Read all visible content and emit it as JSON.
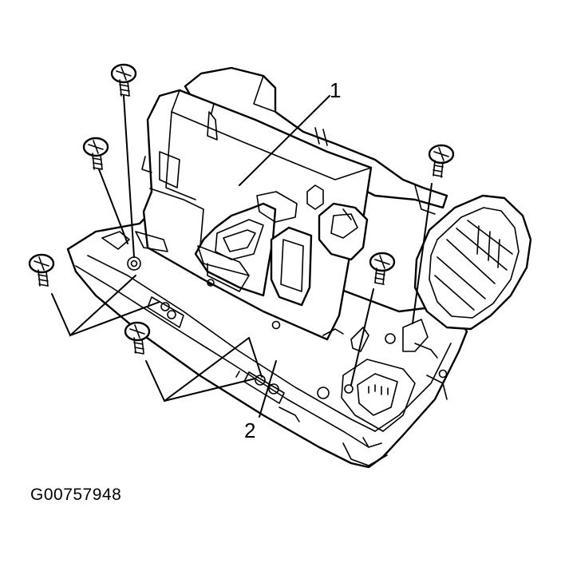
{
  "figure_id": "G00757948",
  "callouts": {
    "part_1": "1",
    "part_2": "2"
  },
  "colors": {
    "ink": "#000000",
    "background": "#ffffff"
  }
}
